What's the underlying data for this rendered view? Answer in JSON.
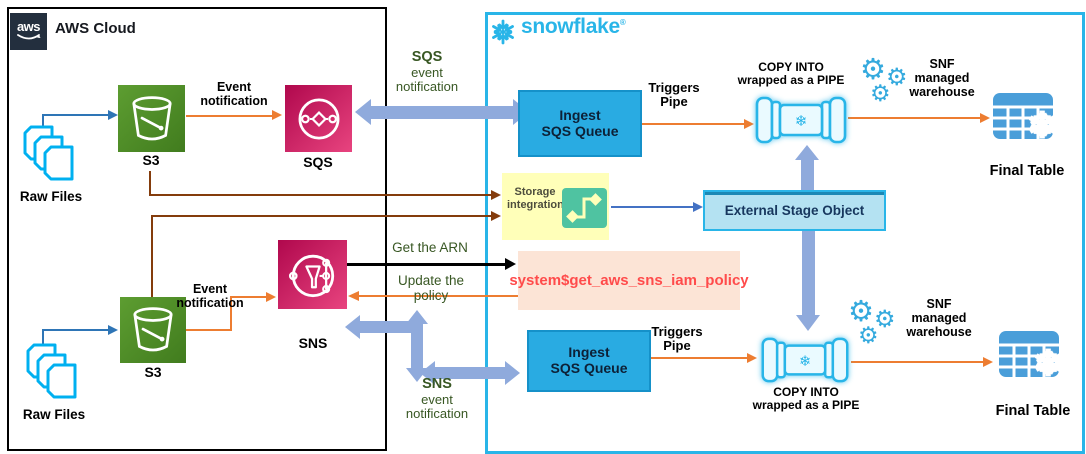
{
  "aws": {
    "logo_text": "aws",
    "title": "AWS Cloud",
    "raw_files_top": "Raw Files",
    "raw_files_bottom": "Raw Files",
    "s3_top": "S3",
    "s3_bottom": "S3",
    "sqs": "SQS",
    "sns": "SNS",
    "event_notification_top": [
      "Event",
      "notification"
    ],
    "event_notification_bottom": [
      "Event",
      "notification"
    ]
  },
  "flow_labels": {
    "sqs_event": {
      "title": "SQS",
      "lines": [
        "event",
        "notification"
      ]
    },
    "get_arn": "Get the ARN",
    "update_policy": [
      "Update the",
      "policy"
    ],
    "sns_event": {
      "title": "SNS",
      "lines": [
        "event",
        "notification"
      ]
    }
  },
  "snowflake": {
    "logo_text": "snowflake",
    "registered_mark": "®",
    "ingest_queue_top": [
      "Ingest",
      "SQS Queue"
    ],
    "ingest_queue_bottom": [
      "Ingest",
      "SQS Queue"
    ],
    "triggers_pipe_top": [
      "Triggers",
      "Pipe"
    ],
    "triggers_pipe_bottom": [
      "Triggers",
      "Pipe"
    ],
    "storage_integration": [
      "Storage",
      "integration"
    ],
    "external_stage": "External Stage Object",
    "system_function": "system$get_aws_sns_iam_policy",
    "copy_into_top": [
      "COPY INTO",
      "wrapped as a PIPE"
    ],
    "copy_into_bottom": [
      "COPY INTO",
      "wrapped as a PIPE"
    ],
    "warehouse_top": [
      "SNF",
      "managed",
      "warehouse"
    ],
    "warehouse_bottom": [
      "SNF",
      "managed",
      "warehouse"
    ],
    "final_table_top": "Final Table",
    "final_table_bottom": "Final Table"
  },
  "colors": {
    "snowflake_blue": "#29b5e8",
    "aws_dark": "#232f3e",
    "s3_green": "#4e8b28",
    "aws_pink": "#d91e6b",
    "orange": "#ed7d31",
    "periwinkle": "#8faadc",
    "brown": "#843c0c",
    "dark_green": "#385723",
    "ingest_blue": "#29abe2",
    "stage_fill": "#b4e2f2",
    "system_bg": "#fce4d6",
    "system_text": "#ff4b4b",
    "storage_bg": "#ffffb9"
  }
}
